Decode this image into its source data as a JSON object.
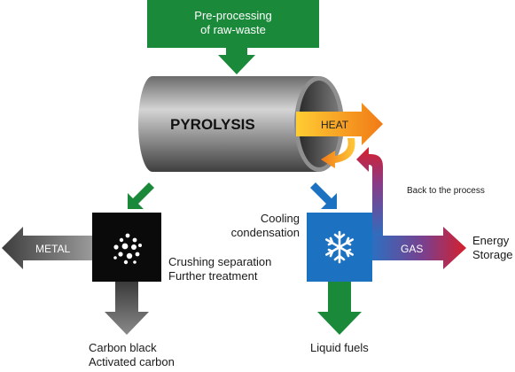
{
  "diagram": {
    "preprocess": {
      "line1": "Pre-processing",
      "line2": "of raw-waste"
    },
    "pyrolysis": "PYROLYSIS",
    "heat": "HEAT",
    "back_to_process": "Back to the process",
    "metal": "METAL",
    "crushing": {
      "line1": "Crushing separation",
      "line2": "Further treatment"
    },
    "carbon": {
      "line1": "Carbon black",
      "line2": "Activated carbon"
    },
    "cooling": {
      "line1": "Cooling",
      "line2": "condensation"
    },
    "gas": "GAS",
    "energy": {
      "line1": "Energy",
      "line2": "Storage"
    },
    "liquid": "Liquid fuels"
  },
  "icons": {
    "dots": "dots-cluster-icon",
    "snowflake": "snowflake-icon"
  },
  "colors": {
    "green": "#1a8a3a",
    "blue": "#1c72c0",
    "black": "#0a0a0a",
    "heat_orange": "#f5a623",
    "gas_red": "#d02530",
    "gray": "#6e6e6e"
  }
}
